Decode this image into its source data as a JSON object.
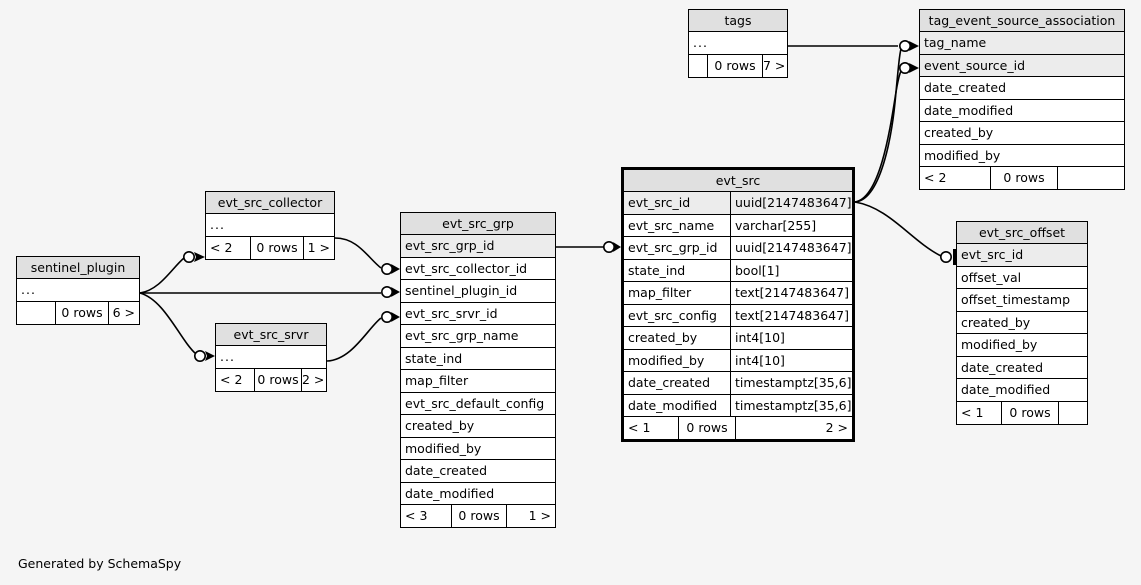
{
  "diagram": {
    "title": "SchemaSpy relationships diagram",
    "credit": "Generated by SchemaSpy",
    "background_color": "#f5f5f5",
    "header_color": "#e0e0e0",
    "pk_row_color": "#ececec",
    "line_color": "#000000"
  },
  "tables": {
    "sentinel_plugin": {
      "name": "sentinel_plugin",
      "columns": [
        {
          "name": "...",
          "type": ""
        }
      ],
      "footer": {
        "left": "",
        "center": "0 rows",
        "right": "6 >"
      }
    },
    "evt_src_collector": {
      "name": "evt_src_collector",
      "columns": [
        {
          "name": "...",
          "type": ""
        }
      ],
      "footer": {
        "left": "< 2",
        "center": "0 rows",
        "right": "1 >"
      }
    },
    "evt_src_srvr": {
      "name": "evt_src_srvr",
      "columns": [
        {
          "name": "...",
          "type": ""
        }
      ],
      "footer": {
        "left": "< 2",
        "center": "0 rows",
        "right": "2 >"
      }
    },
    "evt_src_grp": {
      "name": "evt_src_grp",
      "columns": [
        {
          "name": "evt_src_grp_id",
          "type": ""
        },
        {
          "name": "evt_src_collector_id",
          "type": ""
        },
        {
          "name": "sentinel_plugin_id",
          "type": ""
        },
        {
          "name": "evt_src_srvr_id",
          "type": ""
        },
        {
          "name": "evt_src_grp_name",
          "type": ""
        },
        {
          "name": "state_ind",
          "type": ""
        },
        {
          "name": "map_filter",
          "type": ""
        },
        {
          "name": "evt_src_default_config",
          "type": ""
        },
        {
          "name": "created_by",
          "type": ""
        },
        {
          "name": "modified_by",
          "type": ""
        },
        {
          "name": "date_created",
          "type": ""
        },
        {
          "name": "date_modified",
          "type": ""
        }
      ],
      "footer": {
        "left": "< 3",
        "center": "0 rows",
        "right": "1 >"
      }
    },
    "evt_src": {
      "name": "evt_src",
      "focused": true,
      "columns": [
        {
          "name": "evt_src_id",
          "type": "uuid[2147483647]"
        },
        {
          "name": "evt_src_name",
          "type": "varchar[255]"
        },
        {
          "name": "evt_src_grp_id",
          "type": "uuid[2147483647]"
        },
        {
          "name": "state_ind",
          "type": "bool[1]"
        },
        {
          "name": "map_filter",
          "type": "text[2147483647]"
        },
        {
          "name": "evt_src_config",
          "type": "text[2147483647]"
        },
        {
          "name": "created_by",
          "type": "int4[10]"
        },
        {
          "name": "modified_by",
          "type": "int4[10]"
        },
        {
          "name": "date_created",
          "type": "timestamptz[35,6]"
        },
        {
          "name": "date_modified",
          "type": "timestamptz[35,6]"
        }
      ],
      "footer": {
        "left": "< 1",
        "center": "0 rows",
        "right": "2 >"
      }
    },
    "tags": {
      "name": "tags",
      "columns": [
        {
          "name": "...",
          "type": ""
        }
      ],
      "footer": {
        "left": "",
        "center": "0 rows",
        "right": "7 >"
      }
    },
    "tag_event_source_association": {
      "name": "tag_event_source_association",
      "columns": [
        {
          "name": "tag_name",
          "type": ""
        },
        {
          "name": "event_source_id",
          "type": ""
        },
        {
          "name": "date_created",
          "type": ""
        },
        {
          "name": "date_modified",
          "type": ""
        },
        {
          "name": "created_by",
          "type": ""
        },
        {
          "name": "modified_by",
          "type": ""
        }
      ],
      "footer": {
        "left": "< 2",
        "center": "0 rows",
        "right": ""
      }
    },
    "evt_src_offset": {
      "name": "evt_src_offset",
      "columns": [
        {
          "name": "evt_src_id",
          "type": ""
        },
        {
          "name": "offset_val",
          "type": ""
        },
        {
          "name": "offset_timestamp",
          "type": ""
        },
        {
          "name": "created_by",
          "type": ""
        },
        {
          "name": "modified_by",
          "type": ""
        },
        {
          "name": "date_created",
          "type": ""
        },
        {
          "name": "date_modified",
          "type": ""
        }
      ],
      "footer": {
        "left": "< 1",
        "center": "0 rows",
        "right": ""
      }
    }
  }
}
